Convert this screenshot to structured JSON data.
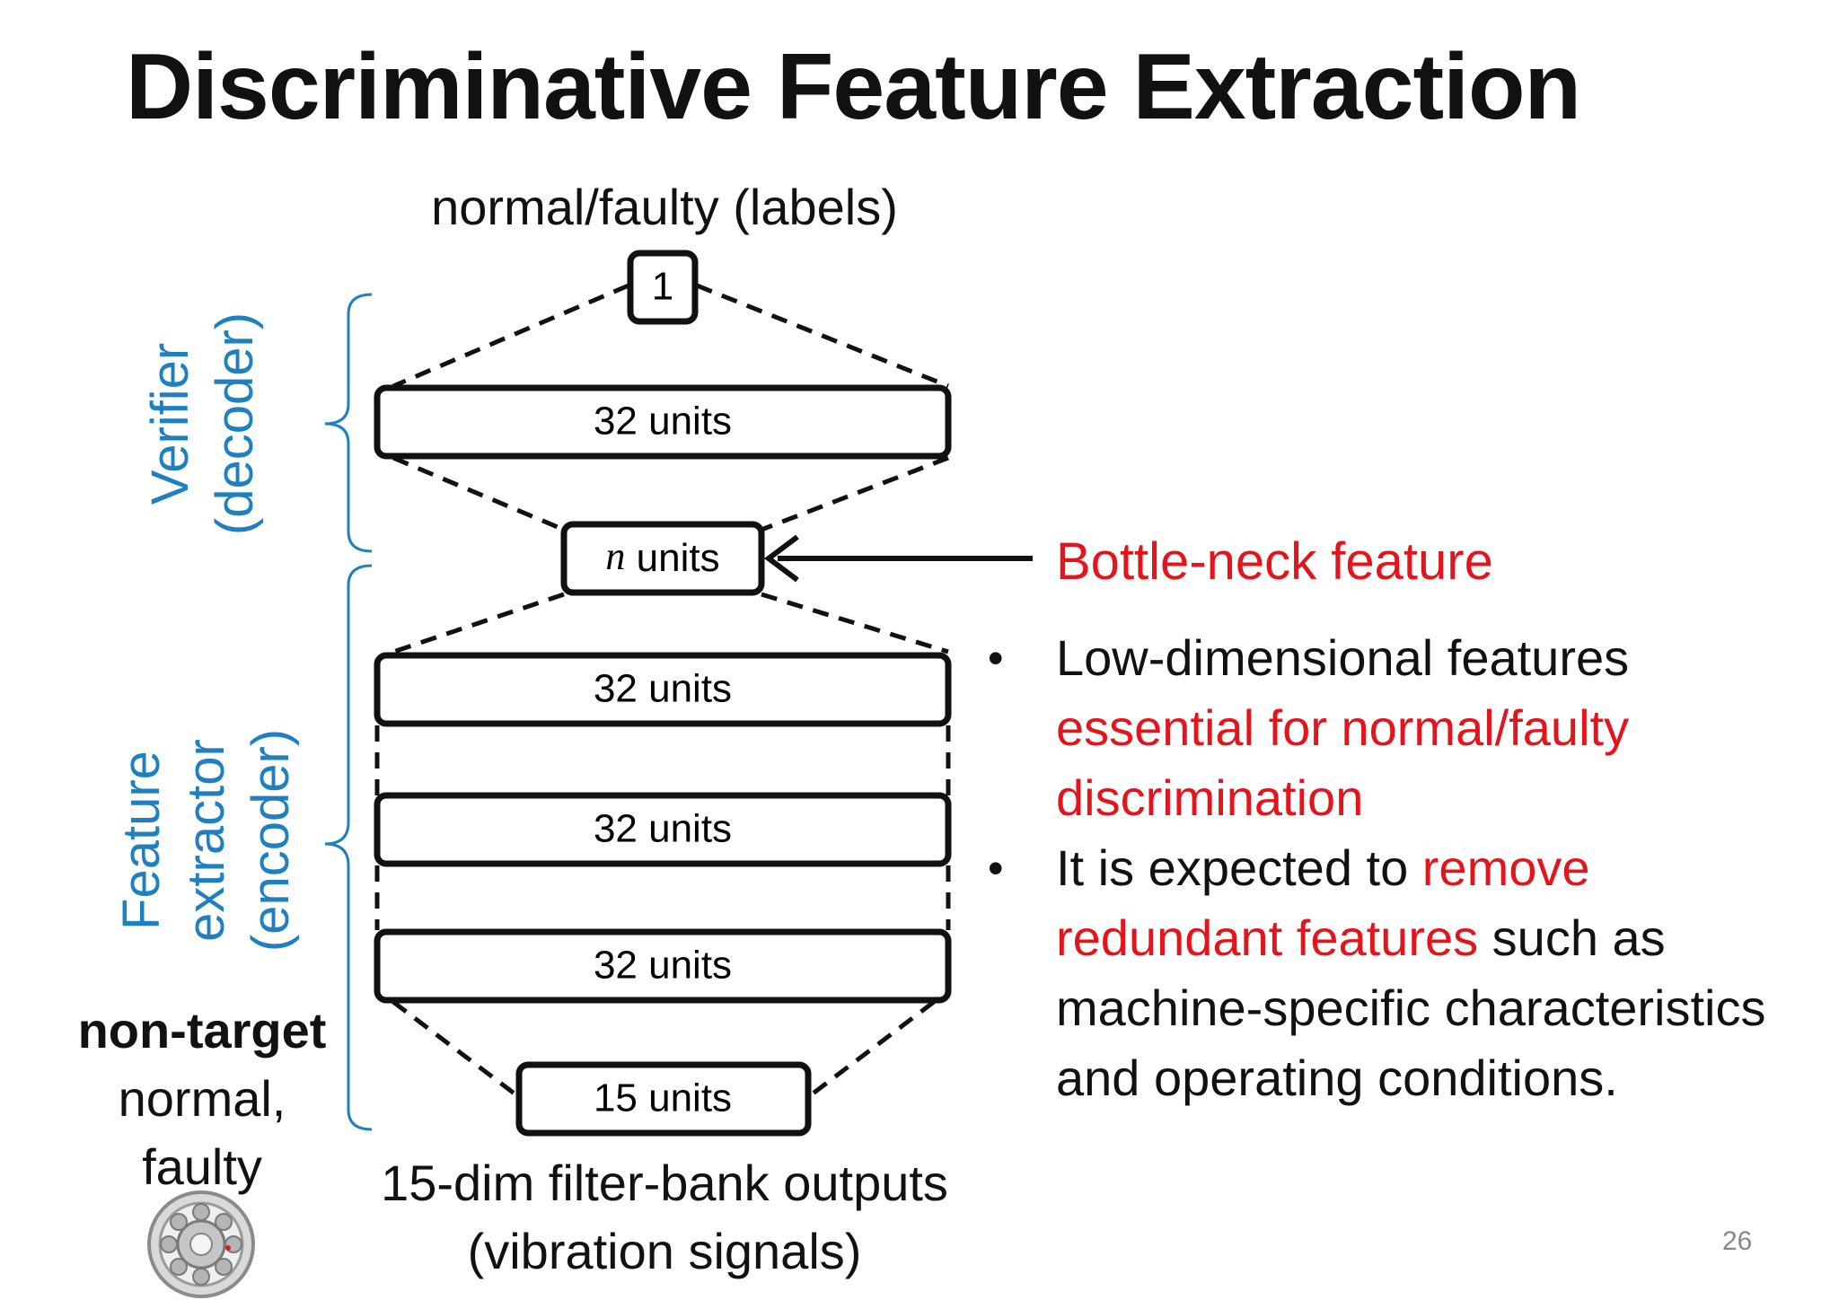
{
  "slide": {
    "title": "Discriminative Feature Extraction",
    "page_number": "26"
  },
  "diagram": {
    "top_label": "normal/faulty (labels)",
    "layers": [
      {
        "label": "1"
      },
      {
        "label": "32 units"
      },
      {
        "label_var": "n",
        "label_rest": " units"
      },
      {
        "label": "32 units"
      },
      {
        "label": "32 units"
      },
      {
        "label": "32 units"
      },
      {
        "label": "15 units"
      }
    ],
    "verifier_label": [
      "Verifier",
      "(decoder)"
    ],
    "extractor_label": [
      "Feature",
      "extractor",
      "(encoder)"
    ],
    "bottom_label": [
      "15-dim filter-bank outputs",
      "(vibration signals)"
    ],
    "nontarget": {
      "bold": "non-target",
      "line2": "normal,",
      "line3": "faulty"
    },
    "bearing_icon": "bearing-icon"
  },
  "annotations": {
    "bottleneck": "Bottle-neck feature",
    "bullet1": {
      "normal": "Low-dimensional features",
      "red": "essential for normal/faulty discrimination"
    },
    "bullet2": {
      "normal_a": "It is expected to ",
      "red": "remove redundant features",
      "normal_b": " such as machine-specific characteristics and operating conditions."
    }
  },
  "colors": {
    "accent_blue": "#1f7fbf",
    "accent_red": "#e3141b"
  }
}
